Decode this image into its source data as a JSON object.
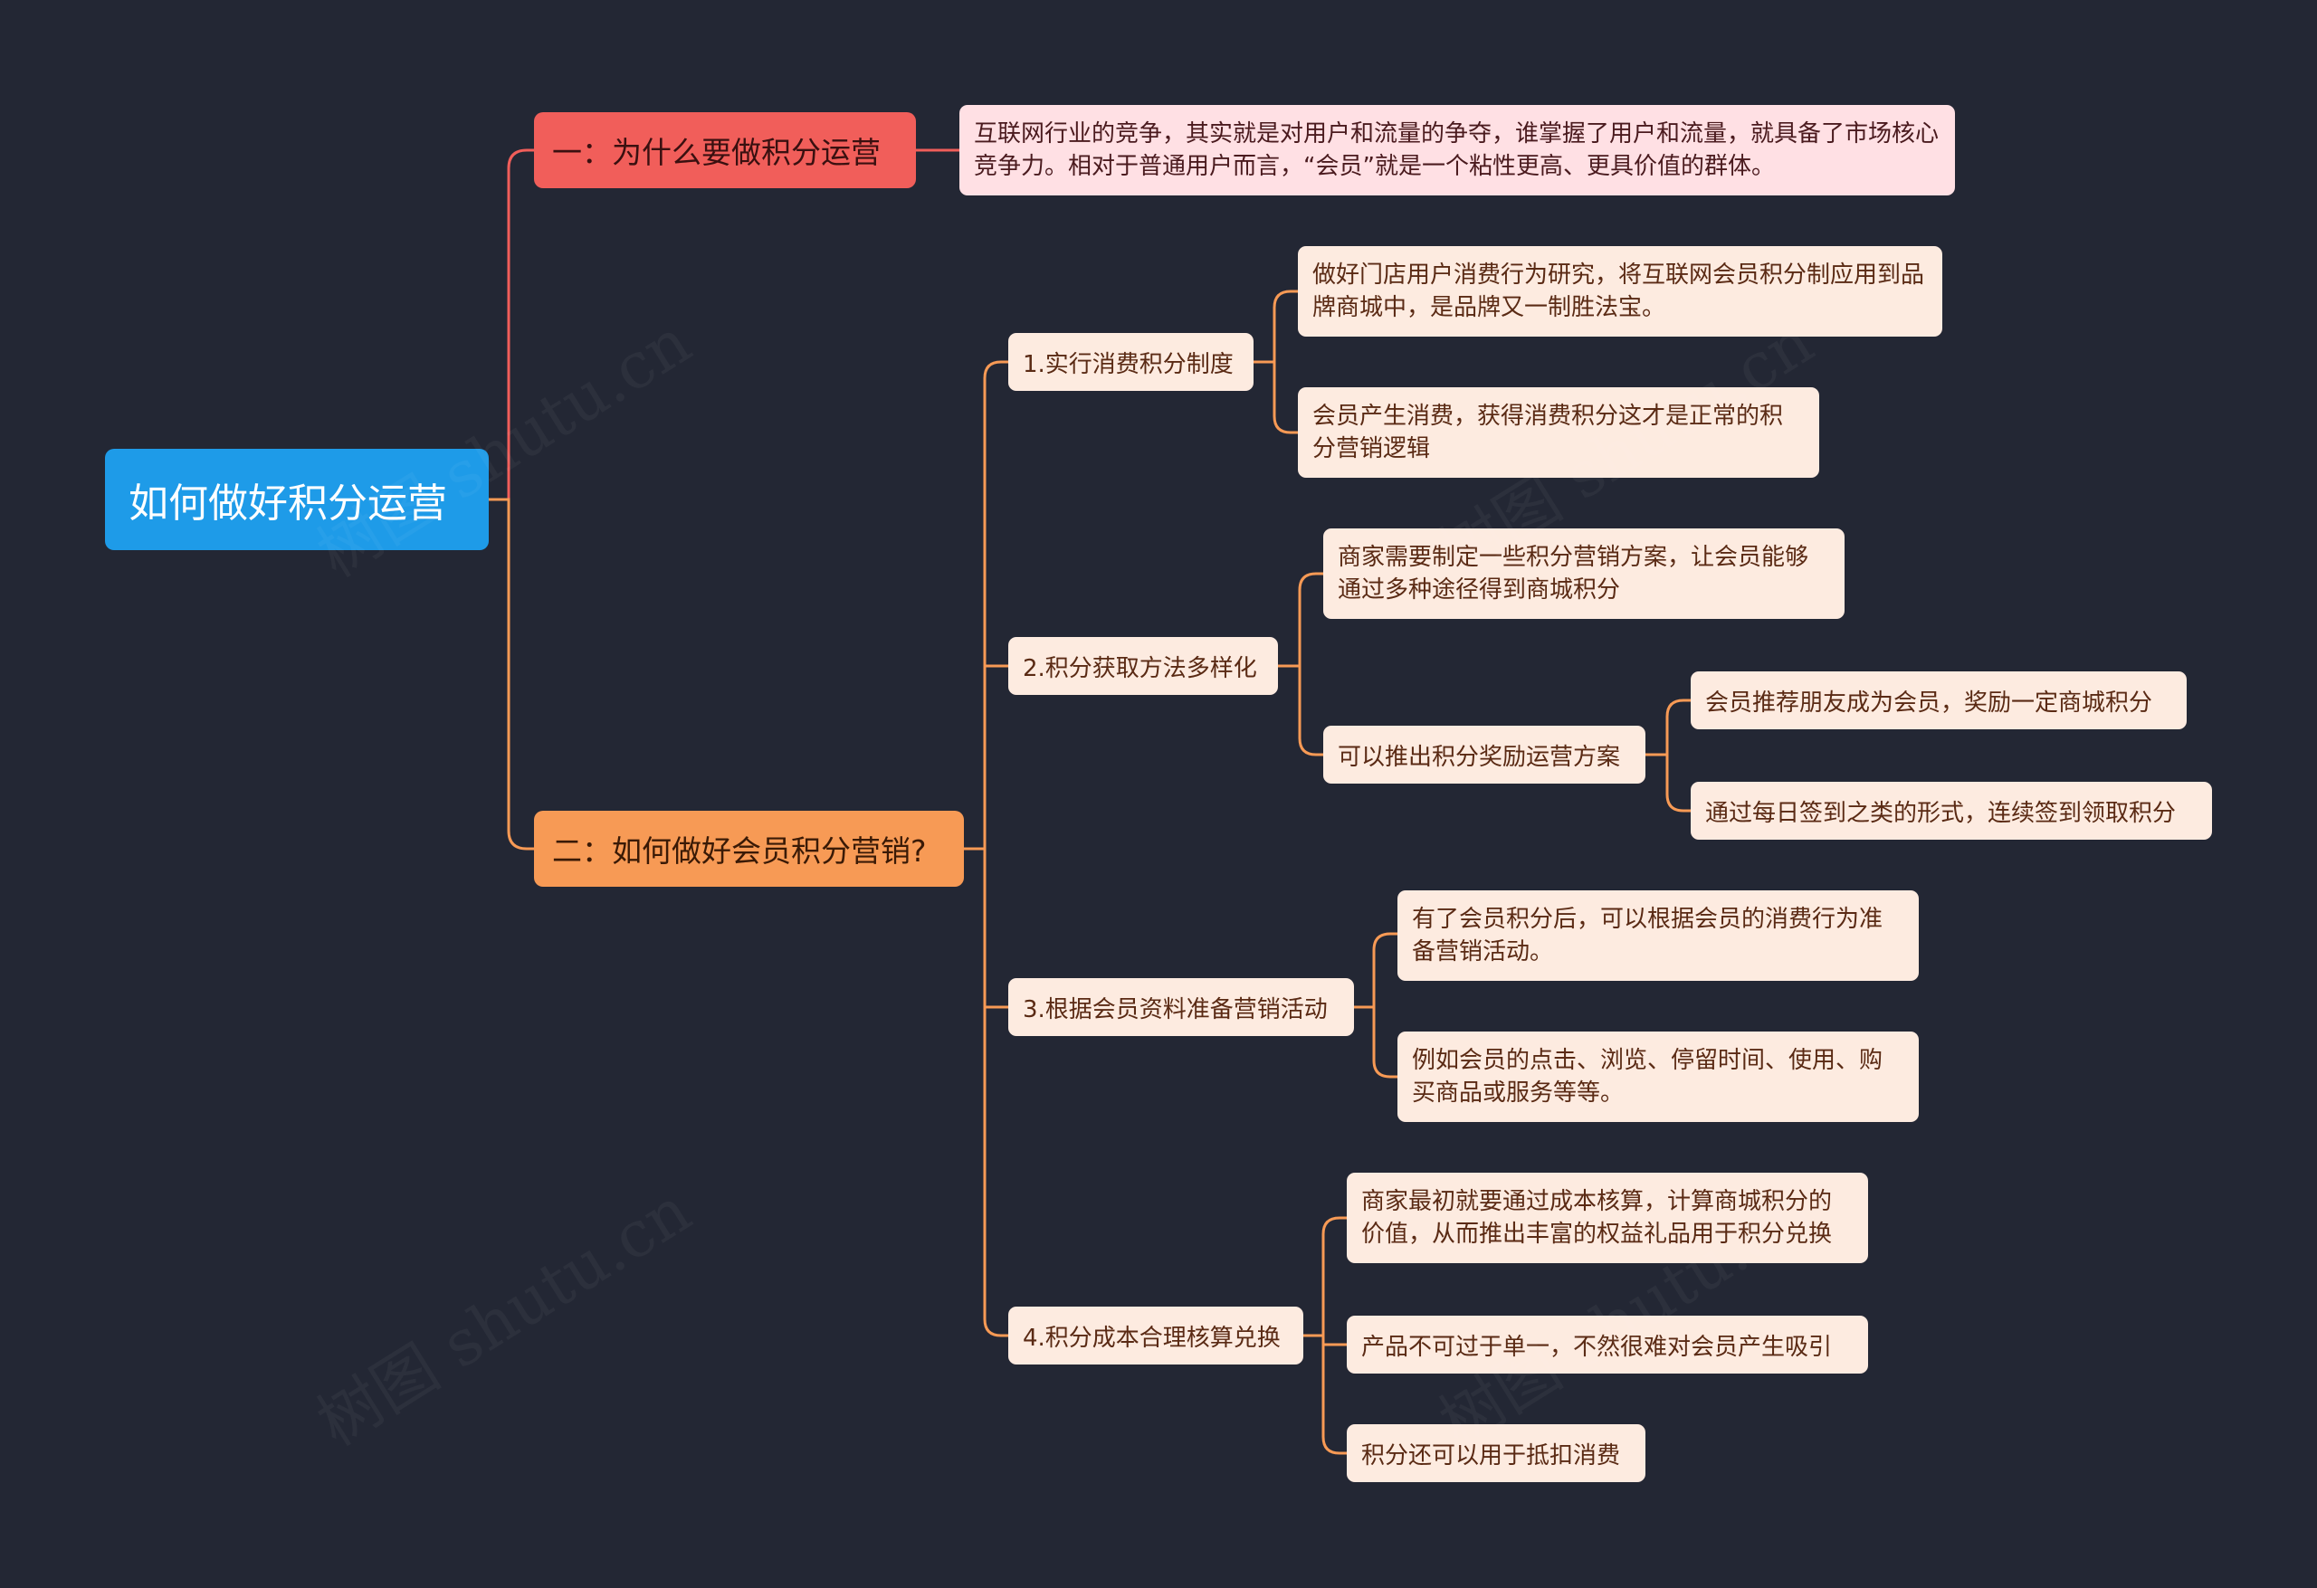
{
  "root": "如何做好积分运营",
  "branch1": {
    "title": "一：为什么要做积分运营",
    "detail": "互联网行业的竞争，其实就是对用户和流量的争夺，谁掌握了用户和流量，就具备了市场核心竞争力。相对于普通用户而言，“会员”就是一个粘性更高、更具价值的群体。"
  },
  "branch2": {
    "title": "二：如何做好会员积分营销?",
    "items": [
      {
        "label": "1.实行消费积分制度",
        "children": [
          "做好门店用户消费行为研究，将互联网会员积分制应用到品牌商城中，是品牌又一制胜法宝。",
          "会员产生消费，获得消费积分这才是正常的积分营销逻辑"
        ]
      },
      {
        "label": "2.积分获取方法多样化",
        "children": [
          "商家需要制定一些积分营销方案，让会员能够通过多种途径得到商城积分",
          "可以推出积分奖励运营方案"
        ],
        "grandchildren": [
          "会员推荐朋友成为会员，奖励一定商城积分",
          "通过每日签到之类的形式，连续签到领取积分"
        ]
      },
      {
        "label": "3.根据会员资料准备营销活动",
        "children": [
          "有了会员积分后，可以根据会员的消费行为准备营销活动。",
          "例如会员的点击、浏览、停留时间、使用、购买商品或服务等等。"
        ]
      },
      {
        "label": "4.积分成本合理核算兑换",
        "children": [
          "商家最初就要通过成本核算，计算商城积分的价值，从而推出丰富的权益礼品用于积分兑换",
          "产品不可过于单一，不然很难对会员产生吸引",
          "积分还可以用于抵扣消费"
        ]
      }
    ]
  },
  "watermark": "树图 shutu.cn",
  "colors": {
    "background": "#232734",
    "root": "#1e9be8",
    "branch_red": "#f15e5a",
    "branch_orange": "#f79a55",
    "leaf": "#fdebe0"
  }
}
